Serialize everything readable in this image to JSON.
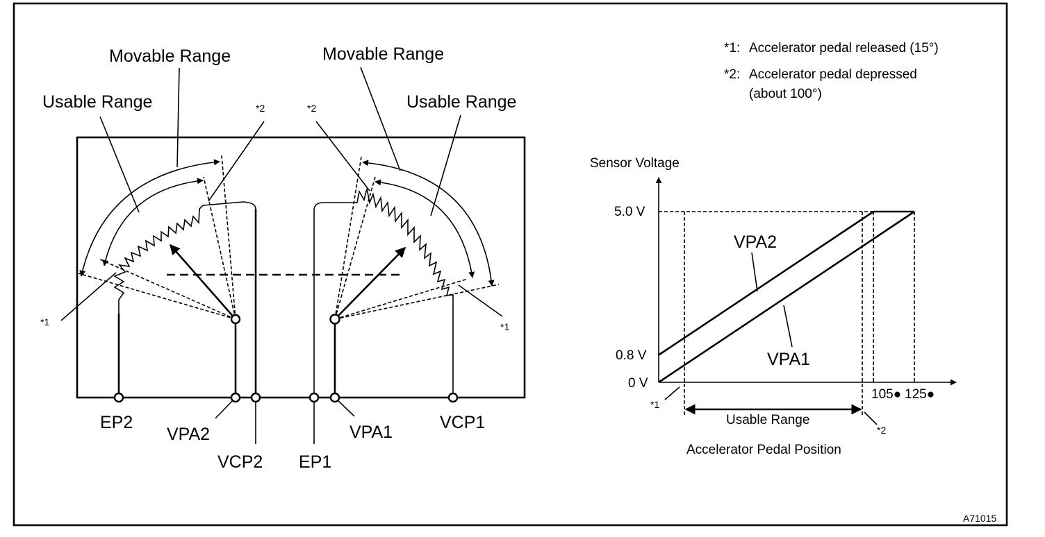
{
  "labels": {
    "movable_range": "Movable Range",
    "usable_range": "Usable Range",
    "star1": "*1",
    "star2": "*2"
  },
  "notes": {
    "note1_marker": "*1:",
    "note1_text": "Accelerator pedal released (15°)",
    "note2_marker": "*2:",
    "note2_line1": "Accelerator pedal depressed",
    "note2_line2": "(about 100°)"
  },
  "terminals": [
    "EP2",
    "VPA2",
    "VCP2",
    "EP1",
    "VPA1",
    "VCP1"
  ],
  "chart_data": {
    "type": "line",
    "ylabel": "Sensor Voltage",
    "xlabel": "Accelerator Pedal Position",
    "y_ticks": [
      "5.0 V",
      "0.8 V",
      "0 V"
    ],
    "x_ticks": [
      "105●",
      "125●"
    ],
    "range_label": "Usable Range",
    "star1": "*1",
    "star2": "*2",
    "series": [
      {
        "name": "VPA2",
        "x": [
          0,
          105
        ],
        "y": [
          0.8,
          5.0
        ]
      },
      {
        "name": "VPA1",
        "x": [
          0,
          125
        ],
        "y": [
          0.0,
          5.0
        ]
      }
    ],
    "xlim": [
      0,
      125
    ],
    "ylim": [
      0,
      5.0
    ]
  },
  "figure_id": "A71015"
}
